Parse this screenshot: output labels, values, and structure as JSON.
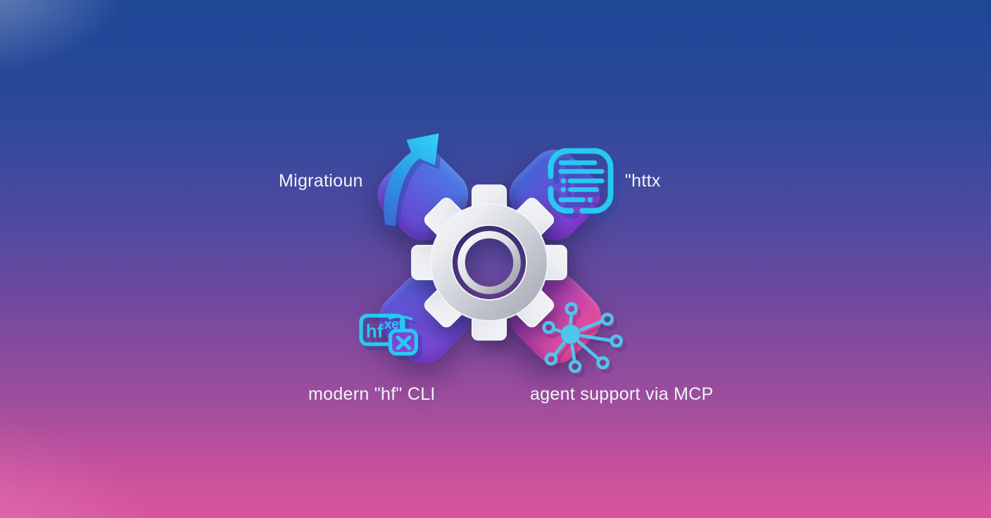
{
  "figure": {
    "type": "feature-diagram",
    "center_icon": "gear-icon",
    "quadrants": [
      {
        "position": "top-left",
        "label": "Migratioun",
        "icon": "upgrade-arrow-icon",
        "tile_colors": [
          "#4b7de8",
          "#6a41cd"
        ]
      },
      {
        "position": "top-right",
        "label": "\"httx",
        "icon": "changelog-list-icon",
        "tile_colors": [
          "#4166d6",
          "#8a3bd8"
        ]
      },
      {
        "position": "bottom-left",
        "label": "modern \"hf\" CLI",
        "icon": "hf-xet-icon",
        "tile_colors": [
          "#4a5fd4",
          "#8340d2"
        ]
      },
      {
        "position": "bottom-right",
        "label": "agent support via MCP",
        "icon": "mcp-network-icon",
        "tile_colors": [
          "#9c3cbe",
          "#ee4f98"
        ]
      }
    ],
    "hf_xet_logo": {
      "hf": "hf",
      "xet": "xet",
      "x_glyph": "X"
    },
    "colors": {
      "icon_accent": "#27c9f1",
      "network_accent": "#4cc6e9",
      "background_top": "#1e4796",
      "background_bottom": "#d9559e",
      "label_text": "#f3f3f8",
      "gear_metal_light": "#ffffff",
      "gear_metal_dark": "#8b8e99"
    }
  }
}
